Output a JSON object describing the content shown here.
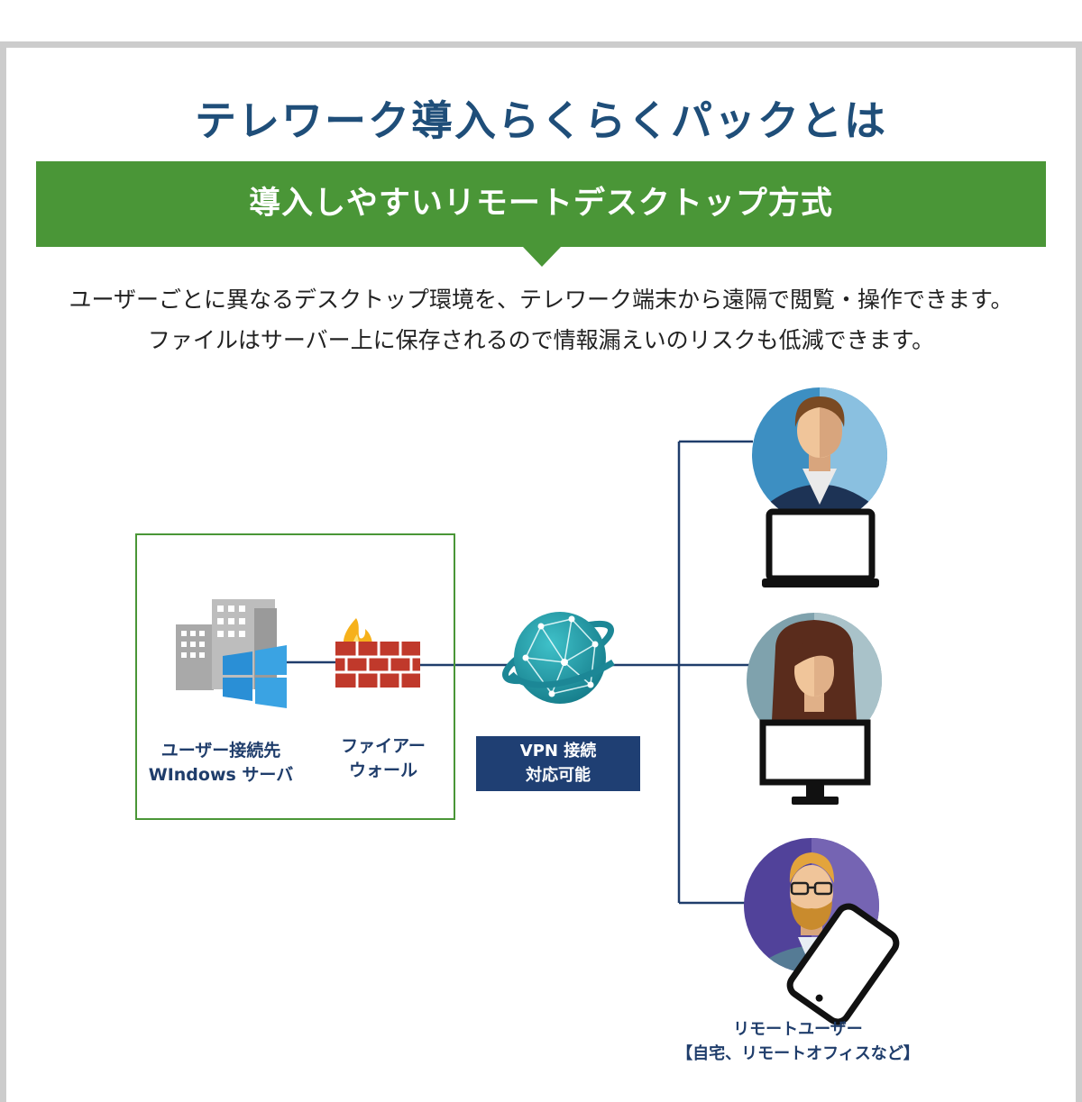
{
  "title": "テレワーク導入らくらくパックとは",
  "banner": "導入しやすいリモートデスクトップ方式",
  "description": [
    "ユーザーごとに異なるデスクトップ環境を、テレワーク端末から遠隔で閲覧・操作できます。",
    "ファイルはサーバー上に保存されるので情報漏えいのリスクも低減できます。"
  ],
  "labels": {
    "server": [
      "ユーザー接続先",
      "WIndows サーバ"
    ],
    "firewall": [
      "ファイアー",
      "ウォール"
    ],
    "vpn": [
      "VPN 接続",
      "対応可能"
    ],
    "remote": [
      "リモートユーザー",
      "【自宅、リモートオフィスなど】"
    ]
  },
  "colors": {
    "title": "#1f4e79",
    "banner": "#4a9637",
    "box_border": "#4a9637",
    "line": "#1f3d6b",
    "vpn_box": "#1f3f73"
  }
}
